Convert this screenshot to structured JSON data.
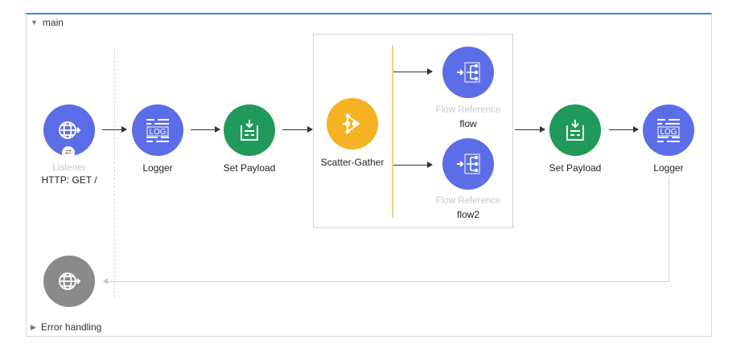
{
  "flow": {
    "name": "main",
    "error_section": "Error handling"
  },
  "nodes": {
    "listener": {
      "type": "Listener",
      "label": "HTTP: GET /",
      "icon": "globe-arrow-icon",
      "color": "#5b6ee8"
    },
    "logger1": {
      "label": "Logger",
      "icon": "log-icon",
      "color": "#5b6ee8"
    },
    "set_payload1": {
      "label": "Set Payload",
      "icon": "payload-icon",
      "color": "#1f9a5a"
    },
    "scatter_gather": {
      "label": "Scatter-Gather",
      "icon": "scatter-gather-icon",
      "color": "#f5b324"
    },
    "flow_ref1": {
      "type": "Flow Reference",
      "label": "flow",
      "icon": "flow-ref-icon",
      "color": "#5b6ee8"
    },
    "flow_ref2": {
      "type": "Flow Reference",
      "label": "flow2",
      "icon": "flow-ref-icon",
      "color": "#5b6ee8"
    },
    "set_payload2": {
      "label": "Set Payload",
      "icon": "payload-icon",
      "color": "#1f9a5a"
    },
    "logger2": {
      "label": "Logger",
      "icon": "log-icon",
      "color": "#5b6ee8"
    },
    "response": {
      "icon": "globe-arrow-icon",
      "color": "#8a8a8a"
    }
  }
}
